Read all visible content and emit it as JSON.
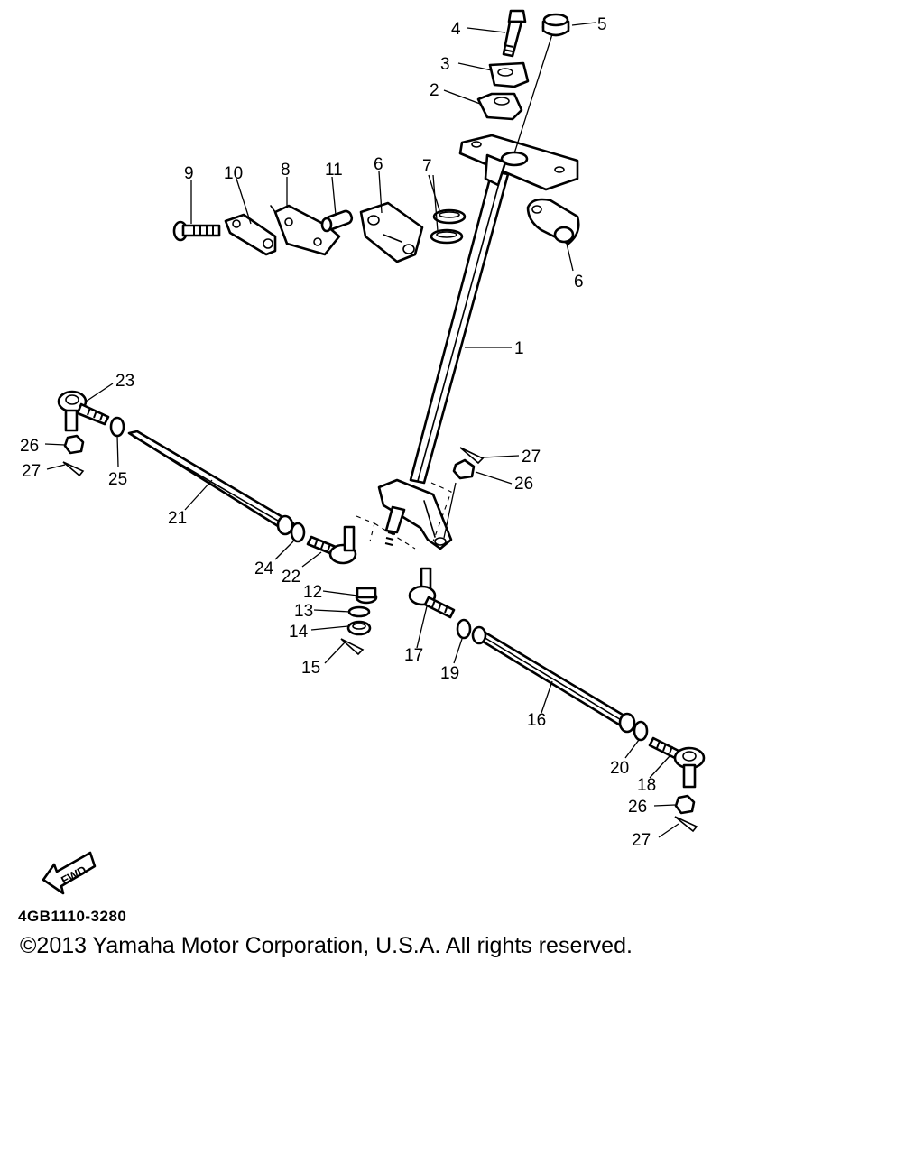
{
  "diagram": {
    "callouts": [
      "1",
      "2",
      "3",
      "4",
      "5",
      "6",
      "6",
      "7",
      "8",
      "9",
      "10",
      "11",
      "12",
      "13",
      "14",
      "15",
      "16",
      "17",
      "18",
      "19",
      "20",
      "21",
      "22",
      "23",
      "24",
      "25",
      "26",
      "26",
      "26",
      "27",
      "27",
      "27"
    ],
    "fwd_label": "FWD"
  },
  "footer": {
    "diagram_code": "4GB1110-3280",
    "copyright": "©2013 Yamaha Motor Corporation, U.S.A. All rights reserved."
  }
}
